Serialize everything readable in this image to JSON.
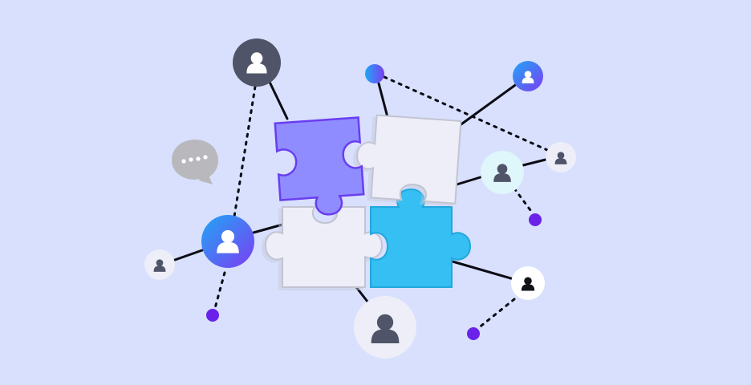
{
  "scene": {
    "background_color": "#d8e0fd",
    "icon": "team-collaboration-puzzle-network",
    "palette": {
      "line": "#0b0b14",
      "purple_piece": "#8f8cff",
      "purple_piece_stroke": "#6a3df0",
      "light_piece": "#eeeef8",
      "light_piece_stroke": "#c2c4d2",
      "blue_piece": "#35bff2",
      "blue_piece_stroke": "#22a7dd",
      "avatar_dark": "#4f5468",
      "avatar_light_bg": "#eeeef8",
      "avatar_cyan_bg": "#dff6fb",
      "gradient_start": "#20a6f6",
      "gradient_end": "#7c3df2",
      "dot_purple": "#6a22e8",
      "chat_bubble": "#b9b9bd"
    },
    "elements": {
      "puzzle_pieces": [
        "purple-piece",
        "light-piece-top",
        "light-piece-bottom",
        "blue-piece"
      ],
      "avatars": [
        "dark-avatar-top",
        "gradient-avatar-top-right",
        "gray-avatar-right",
        "cyan-avatar-right",
        "white-avatar-bottom-right",
        "large-avatar-bottom",
        "gradient-avatar-left",
        "small-avatar-left"
      ],
      "chat_bubble": "speech-bubble-icon"
    }
  }
}
